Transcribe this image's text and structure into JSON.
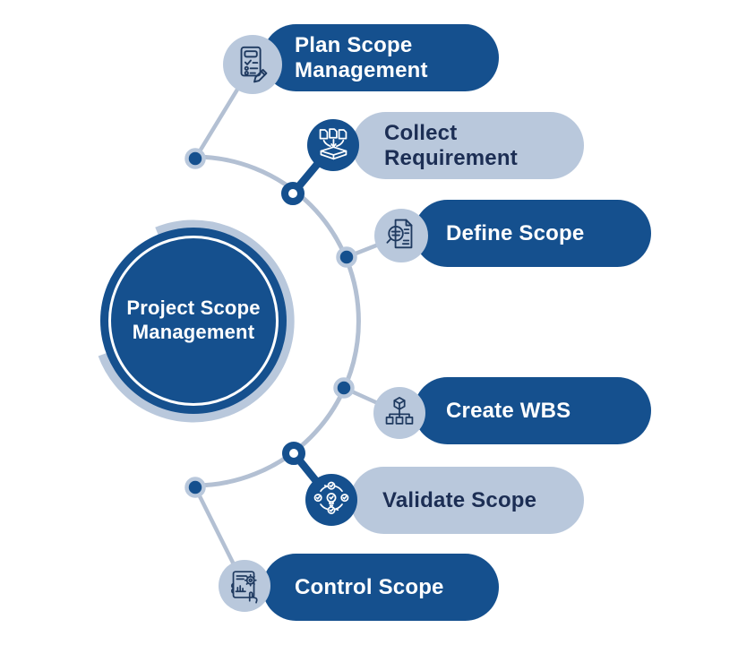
{
  "center": {
    "label": "Project Scope Management",
    "line1": "Project Scope",
    "line2": "Management"
  },
  "steps": [
    {
      "label": "Plan Scope Management",
      "line1": "Plan Scope",
      "line2": "Management",
      "icon": "checklist-pencil-icon",
      "pill_style": "dark",
      "icon_style": "light"
    },
    {
      "label": "Collect Requirement",
      "line1": "Collect",
      "line2": "Requirement",
      "icon": "documents-inbox-icon",
      "pill_style": "light",
      "icon_style": "dark"
    },
    {
      "label": "Define Scope",
      "icon": "document-magnifier-icon",
      "pill_style": "dark",
      "icon_style": "light"
    },
    {
      "label": "Create WBS",
      "icon": "wbs-hierarchy-icon",
      "pill_style": "dark",
      "icon_style": "light"
    },
    {
      "label": "Validate Scope",
      "icon": "bulb-checks-cycle-icon",
      "pill_style": "light",
      "icon_style": "dark"
    },
    {
      "label": "Control Scope",
      "icon": "tablet-gear-hand-icon",
      "pill_style": "dark",
      "icon_style": "light"
    }
  ],
  "colors": {
    "dark_blue": "#15508e",
    "light_blue": "#b9c8dc",
    "navy_text": "#1c2e54",
    "icon_line_navy": "#1f3a60",
    "connector_light": "#b3c0d3",
    "background": "#ffffff"
  }
}
